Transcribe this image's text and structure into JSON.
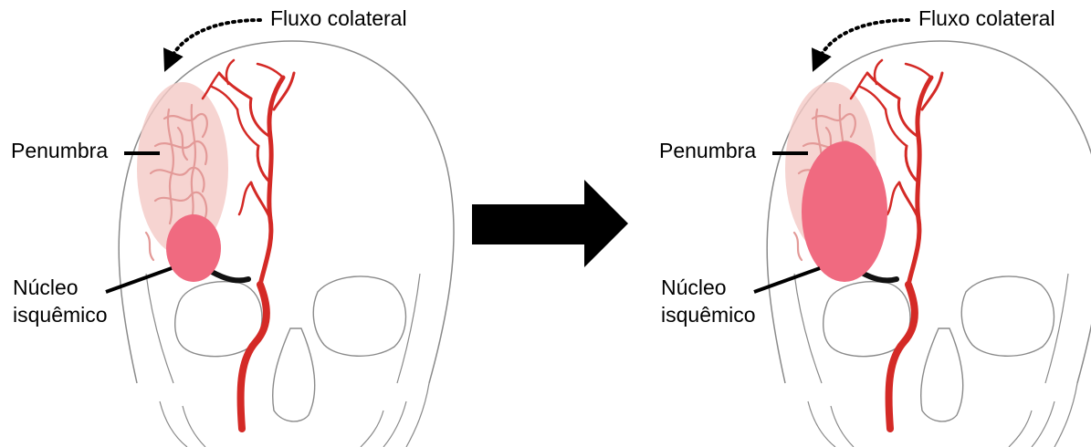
{
  "panels": [
    {
      "id": "before",
      "collateral_label": "Fluxo colateral",
      "penumbra_label": "Penumbra",
      "core_label_line1": "Núcleo",
      "core_label_line2": "isquêmico"
    },
    {
      "id": "after",
      "collateral_label": "Fluxo colateral",
      "penumbra_label": "Penumbra",
      "core_label_line1": "Núcleo",
      "core_label_line2": "isquêmico"
    }
  ],
  "colors": {
    "artery": "#d42a26",
    "core": "#f06a80",
    "penumbra_fill": "#f4c9c6",
    "penumbra_vessels": "#e39a98",
    "skull_line": "#8a8a8a",
    "arrow": "#000000",
    "background": "#ffffff"
  },
  "icons": {
    "progression_arrow": "right-arrow-icon",
    "collateral_arrow": "curved-dotted-arrow-icon"
  }
}
